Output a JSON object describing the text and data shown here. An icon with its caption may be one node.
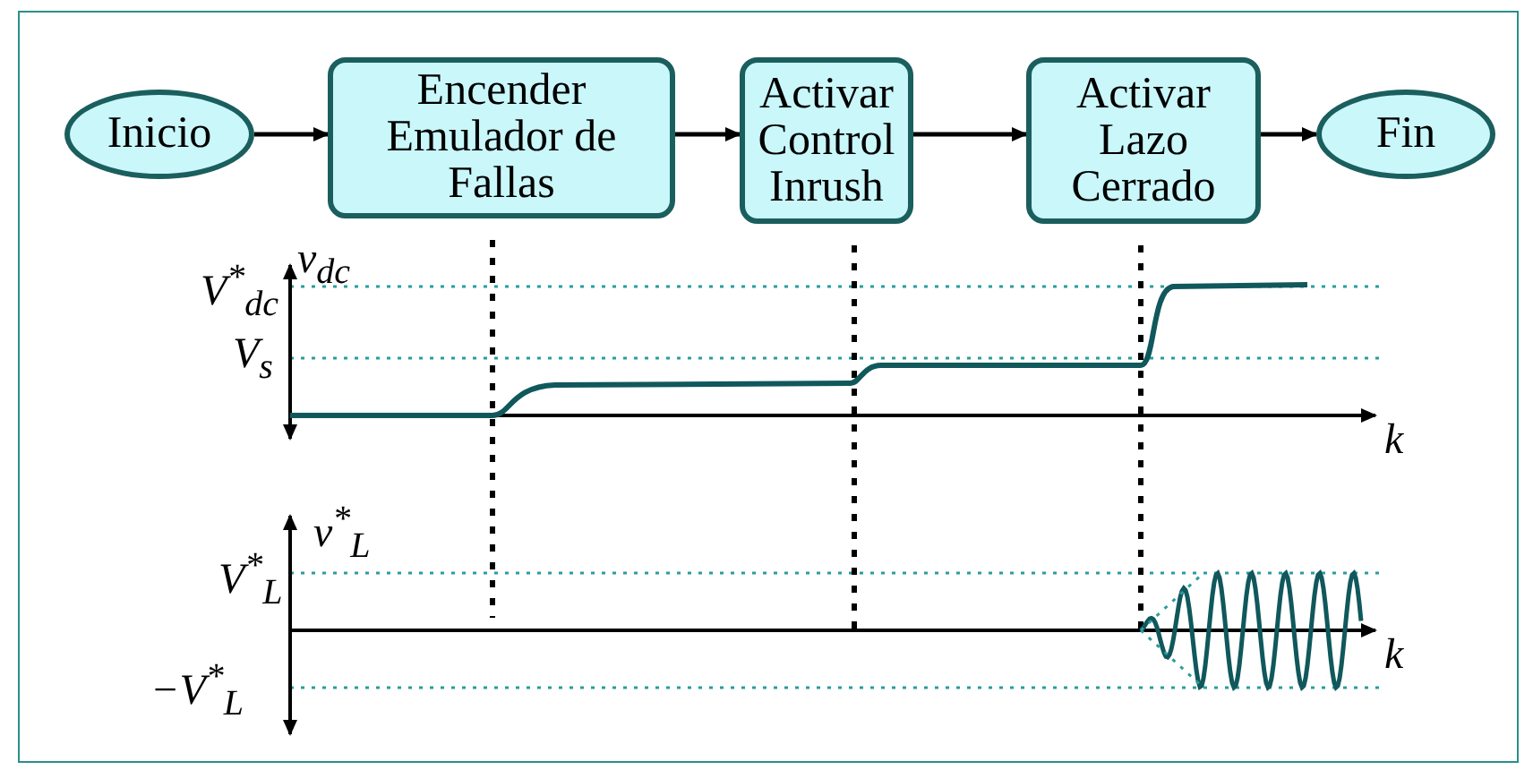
{
  "diagram": {
    "nodes": [
      {
        "text": [
          "Inicio"
        ]
      },
      {
        "text": [
          "Encender Emulador de Fallas"
        ]
      },
      {
        "text": [
          "Activar Control Inrush"
        ]
      },
      {
        "text": [
          "Activar Lazo Cerrado"
        ]
      },
      {
        "text": [
          "Fin"
        ]
      }
    ],
    "edges": [
      {
        "from": 0,
        "to": 1,
        "arrow": "to"
      },
      {
        "from": 1,
        "to": 2,
        "arrow": "to"
      },
      {
        "from": 2,
        "to": 3,
        "arrow": "to"
      },
      {
        "from": 3,
        "to": 4,
        "arrow": "to"
      }
    ],
    "labels": [
      "v$_{dc}$",
      "V$^{*}$$_{dc}$",
      "V$_{s}$",
      "k",
      "v$^{*}$$_{L}$",
      "V$^{*}$$_{L}$",
      "−V$^{*}$$_{L}$",
      "k"
    ]
  }
}
